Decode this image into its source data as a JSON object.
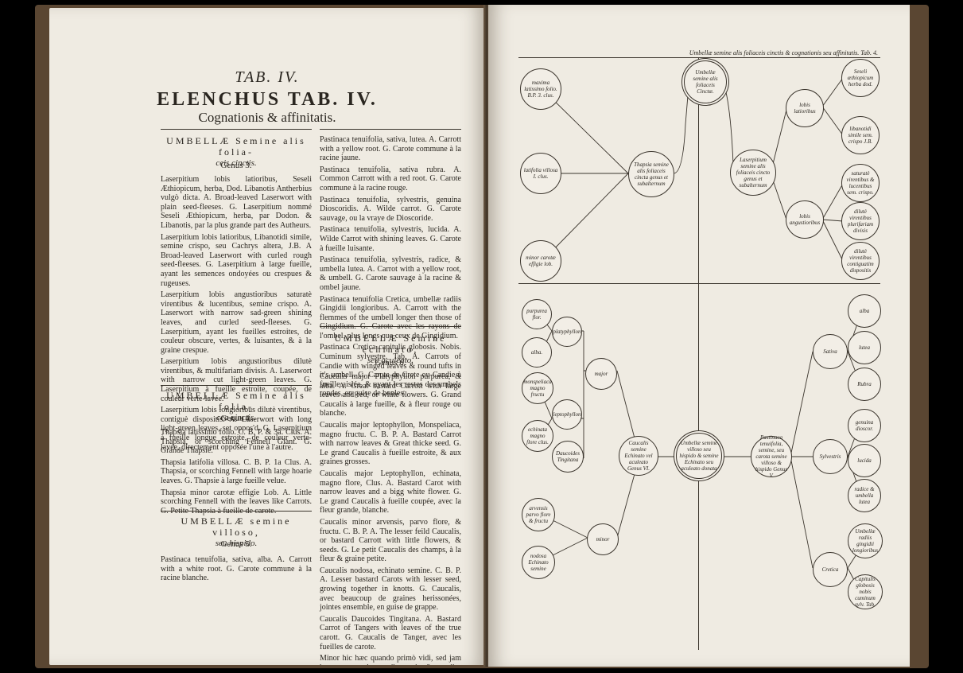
{
  "left": {
    "tab": "TAB. IV.",
    "elenchus": "ELENCHUS TAB. IV.",
    "cognationis": "Cognationis & affinitatis.",
    "sec1_title": "UMBELLÆ Semine alis folia-",
    "sec1_title2": "ceis cinctis.",
    "sec1_genus": "Genus 3.",
    "sec1_text": [
      "Laserpitium lobis latioribus, Seseli Æthiopicum, herba, Dod. Libanotis Antherbius vulgò dicta. A. Broad-leaved Laserwort with plain seed-fleeses. G. Laserpitium nommé Seseli Æthiopicum, herba, par Dodon. & Libanotis, par la plus grande part des Autheurs.",
      "Laserpitium lobis latioribus, Libanotidi simile, semine crispo, seu Cachrys altera, J.B. A Broad-leaved Laserwort with curled rough seed-fleeses. G. Laserpitium à large fueille, ayant les semences ondoyées ou crespues & rugeuses.",
      "Laserpitium lobis angustioribus saturatè virentibus & lucentibus, semine crispo. A. Laserwort with narrow sad-green shining leaves, and curled seed-fleeses. G. Laserpitium, ayant les fueilles estroites, de couleur obscure, vertes, & luisantes, & à la graine crespue.",
      "Laserpitium lobis angustioribus dilutè virentibus, & multifariam divisis. A. Laserwort with narrow cut light-green leaves. G. Laserpitium à fueille estroite, coupée, de couleur verte-lavée.",
      "Laserpitium lobis longioribus dilutè virentibus, contiguè dispositis. A. Laserwort with long light-green leaves, set oppos'd. G. Laserpitium à fueille longue estroite, de couleur verte-lavée, directement opposée l'une à l'autre."
    ],
    "sec2_title": "UMBELLÆ Semine alis folia-",
    "sec2_title2": "cea cinctis.",
    "sec2_genus": "Genus 4.",
    "sec2_text": [
      "Thapsia latissimo folio. C. B. P. & 3a. Clus. A. Thapsia, or scorching Fennell Giant. G. Grande Thapsie.",
      "Thapsia latifolia villosa. C. B. P. 1a Clus. A. Thapsia, or scorching Fennell with large hoarie leaves. G. Thapsie à large fueille velue.",
      "Thapsia minor carotæ effigie Lob. A. Little scorching Fennell with the leaves like Carrots. G. Petite Thapsia à fueille de carote."
    ],
    "sec3_title": "UMBELLÆ semine villoso,",
    "sec3_title2": "seu hispido.",
    "sec3_genus": "Genus 5.",
    "sec3_text": "Pastinaca tenuifolia, sativa, alba. A. Carrott with a white root. G. Carote commune à la racine blanche.",
    "col2_text": [
      "Pastinaca tenuifolia, sativa, lutea. A. Carrott with a yellow root. G. Carote commune à la racine jaune.",
      "Pastinaca tenuifolia, sativa rubra. A. Common Carrott with a red root. G. Carote commune à la racine rouge.",
      "Pastinaca tenuifolia, sylvestris, genuina Dioscoridis. A. Wilde carrot. G. Carote sauvage, ou la vraye de Dioscoride.",
      "Pastinaca tenuifolia, sylvestris, lucida. A. Wilde Carrot with shining leaves. G. Carote à fueille luisante.",
      "Pastinaca tenuifolia, sylvestris, radice, & umbella lutea. A. Carrot with a yellow root, & umbell. G. Carote sauvage à la racine & ombel jaune.",
      "Pastinaca tenuifolia Cretica, umbellæ radiis Gingidii longioribus. A. Carrott with the flemmes of the umbell longer then those of Gingidium. G. Carote avec les rayons de l'ombel, plus longs que ceux de Gingidium.",
      "Pastinaca Cretica capitulis globosis. Nobis. Cuminum sylvestre. Tab. A. Carrots of Candie with winged leaves & round tufts in it's umbell. G. Carote de Crete ou Candie à fueille aislée, & ayant les restes des umbels rondes, en guise de boules."
    ],
    "sec4_title": "UMBELLÆ Semine echinato,",
    "sec4_title2": "seu aculeato.",
    "sec4_genus": "Genus 6.",
    "sec4_text": [
      "Caucalis major Platyphyllon purpurea, & alba. A. Great bastard Carrott with large leaves and red, or white flowers. G. Grand Caucalis à large fueille, & à fleur rouge ou blanche.",
      "Caucalis major leptophyllon, Monspeliaca, magno fructu. C. B. P. A. Bastard Carrot with narrow leaves & Great thicke seed. G. Le grand Caucalis à fueille estroite, & aux graines grosses.",
      "Caucalis major Leptophyllon, echinata, magno flore, Clus. A. Bastard Carot with narrow leaves and a bigg white flower. G. Le grand Caucalis à fueille coupée, avec la fleur grande, blanche.",
      "Caucalis minor arvensis, parvo flore, & fructu. C. B. P. A. The lesser feild Caucalis, or bastard Carrott with little flowers, & seeds. G. Le petit Caucalis des champs, à la fleur & graine petite.",
      "Caucalis nodosa, echinato semine. C. B. P. A. Lesser bastard Carots with lesser seed, growing together in knotts. G. Caucalis, avec beaucoup de graines herissonées, jointes ensemble, en guise de grappe.",
      "Caucalis Daucoides Tingitana. A. Bastard Carrot of Tangers with leaves of the true carott. G. Caucalis de Tanger, avec les fueilles de carote.",
      "Minor hic hæc quando primò vidi, sed jam hoc anno, quo hæc scribo, major & grandior omnino provênit in horto Edwardi Morgan ponè Monasterium Westmonaster dictum."
    ]
  },
  "right": {
    "header": "Umbellæ semine alis foliaceis cinctis & cognationis seu affinitatis. Tab. 4.",
    "top": {
      "root": "Umbellæ semine alis foliaceis Cinctæ.",
      "thapsia": "Thapsia semine alis foliaceis cincta genus et subalternum",
      "maxima": "maxima latissimo folio. B.P. 3. clus.",
      "latifolia": "latifolia villosa I. clus.",
      "minor": "minor carotæ effigie lob.",
      "laserpitium": "Laserpitium semine alis foliaceis cincto genus et subalternum",
      "latioribus": "lobis latioribus",
      "angustioribus": "lobis angustioribus",
      "seseli": "Seseli æthiopicum herba dod.",
      "libanotidi": "libanotidi simile sem. crispo J.B.",
      "saturate": "saturatè virentibus & lucentibus sem. crispo.",
      "dilute": "dilutè virentibus plurifariam divisis",
      "dilute2": "dilutè virentibus contiguatim dispositis"
    },
    "bottom": {
      "root": "Umbellæ semine villoso seu hispido & semine Echinato seu aculeato donata",
      "caucalis": "Caucalis semine Echinato vel aculeato Genus VI.",
      "pastinaca": "Pastinaca tenuifolia, semine, seu carota semine villoso & hispido Genus V.",
      "purpurea": "purpurea flor.",
      "alba_l": "alba.",
      "platyphyl": "platyphyllon",
      "major": "major",
      "echinata": "echinata magno flore clus.",
      "leptophyl": "leptophyllon",
      "monspel": "monspeliaca magno fructu",
      "daucoides": "Daucoides Tingitana",
      "arvensis": "arvensis parvo flore & fructu",
      "nodosa": "nodosa Echinato semine",
      "minor": "minor",
      "sativa": "Sativa",
      "sylvestris": "Sylvestris",
      "cretica": "Cretica",
      "alba": "alba",
      "lutea": "lutea",
      "rubra": "Rubra",
      "genuina": "genuina dioscor.",
      "lucida": "lucida",
      "radice": "radice & umbella lutea",
      "umbella": "Umbellæ radiis gingidii longioribus",
      "capitulis": "Capitulis globosis nobis cuminum sylv. Tab."
    }
  }
}
